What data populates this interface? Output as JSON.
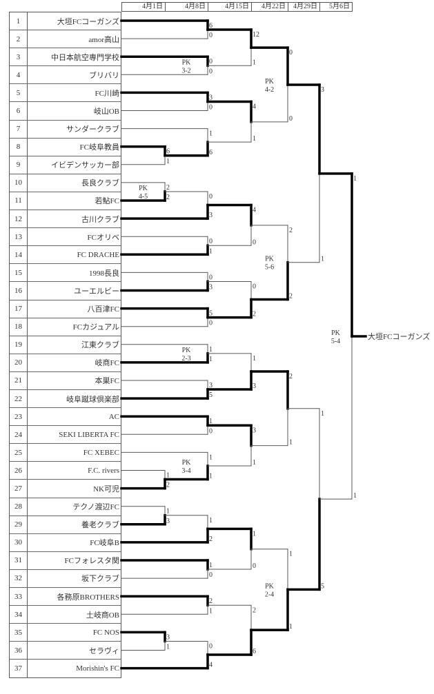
{
  "dates": [
    "4月1日",
    "4月8日",
    "4月15日",
    "4月22日",
    "4月29日",
    "5月6日"
  ],
  "teams": [
    {
      "no": "1",
      "name": "大垣FCコーガンズ"
    },
    {
      "no": "2",
      "name": "amor高山"
    },
    {
      "no": "3",
      "name": "中日本航空専門学校"
    },
    {
      "no": "4",
      "name": "ブリバリ"
    },
    {
      "no": "5",
      "name": "FC川崎"
    },
    {
      "no": "6",
      "name": "岐山OB"
    },
    {
      "no": "7",
      "name": "サンダークラブ"
    },
    {
      "no": "8",
      "name": "FC岐阜教員"
    },
    {
      "no": "9",
      "name": "イビデンサッカー部"
    },
    {
      "no": "10",
      "name": "長良クラブ"
    },
    {
      "no": "11",
      "name": "若鮎FC"
    },
    {
      "no": "12",
      "name": "古川クラブ"
    },
    {
      "no": "13",
      "name": "FCオリベ"
    },
    {
      "no": "14",
      "name": "FC DRACHE"
    },
    {
      "no": "15",
      "name": "1998長良"
    },
    {
      "no": "16",
      "name": "ユーエルビー"
    },
    {
      "no": "17",
      "name": "八百津FC"
    },
    {
      "no": "18",
      "name": "FCカジュアル"
    },
    {
      "no": "19",
      "name": "江東クラブ"
    },
    {
      "no": "20",
      "name": "岐商FC"
    },
    {
      "no": "21",
      "name": "本巣FC"
    },
    {
      "no": "22",
      "name": "岐阜蹴球倶楽部"
    },
    {
      "no": "23",
      "name": "AC"
    },
    {
      "no": "24",
      "name": "SEKI LIBERTA FC"
    },
    {
      "no": "25",
      "name": "FC XEBEC"
    },
    {
      "no": "26",
      "name": "F.C. rivers"
    },
    {
      "no": "27",
      "name": "NK可児"
    },
    {
      "no": "28",
      "name": "テクノ渡辺FC"
    },
    {
      "no": "29",
      "name": "養老クラブ"
    },
    {
      "no": "30",
      "name": "FC岐阜B"
    },
    {
      "no": "31",
      "name": "FCフォレスタ関"
    },
    {
      "no": "32",
      "name": "坂下クラブ"
    },
    {
      "no": "33",
      "name": "各務原BROTHERS"
    },
    {
      "no": "34",
      "name": "土岐商OB"
    },
    {
      "no": "35",
      "name": "FC NOS"
    },
    {
      "no": "36",
      "name": "セラヴィ"
    },
    {
      "no": "37",
      "name": "Morishin's FC"
    }
  ],
  "champion": "大垣FCコーガンズ",
  "bracket": {
    "r": 5,
    "sa": "1",
    "sb": "1",
    "w": "a",
    "pk": "PK\n5-4",
    "a": {
      "r": 4,
      "sa": "3",
      "sb": "1",
      "w": "a",
      "a": {
        "r": 3,
        "sa": "0",
        "sb": "0",
        "w": "a",
        "pk": "PK\n4-2",
        "a": {
          "r": 2,
          "sa": "12",
          "sb": "1",
          "w": "a",
          "a": {
            "r": 1,
            "sa": "6",
            "sb": "0",
            "w": "a",
            "a": {
              "t": 1
            },
            "b": {
              "t": 2
            }
          },
          "b": {
            "r": 1,
            "sa": "0",
            "sb": "0",
            "w": "a",
            "pk": "PK\n3-2",
            "a": {
              "t": 3
            },
            "b": {
              "t": 4
            }
          }
        },
        "b": {
          "r": 2,
          "sa": "4",
          "sb": "1",
          "w": "a",
          "a": {
            "r": 1,
            "sa": "3",
            "sb": "0",
            "w": "a",
            "a": {
              "t": 5
            },
            "b": {
              "t": 6
            }
          },
          "b": {
            "r": 1,
            "sa": "1",
            "sb": "6",
            "w": "b",
            "a": {
              "t": 7
            },
            "b": {
              "r": 0,
              "sa": "6",
              "sb": "1",
              "w": "a",
              "a": {
                "t": 8
              },
              "b": {
                "t": 9
              }
            }
          }
        }
      },
      "b": {
        "r": 3,
        "sa": "2",
        "sb": "2",
        "w": "b",
        "pk": "PK\n5-6",
        "a": {
          "r": 2,
          "sa": "4",
          "sb": "0",
          "w": "a",
          "a": {
            "r": 1,
            "sa": "0",
            "sb": "3",
            "w": "b",
            "a": {
              "r": 0,
              "sa": "2",
              "sb": "2",
              "w": "b",
              "pk": "PK\n4-5",
              "a": {
                "t": 10
              },
              "b": {
                "t": 11
              }
            },
            "b": {
              "t": 12
            }
          },
          "b": {
            "r": 1,
            "sa": "0",
            "sb": "1",
            "w": "b",
            "a": {
              "t": 13
            },
            "b": {
              "t": 14
            }
          }
        },
        "b": {
          "r": 2,
          "sa": "0",
          "sb": "2",
          "w": "b",
          "a": {
            "r": 1,
            "sa": "0",
            "sb": "3",
            "w": "b",
            "a": {
              "t": 15
            },
            "b": {
              "t": 16
            }
          },
          "b": {
            "r": 1,
            "sa": "5",
            "sb": "0",
            "w": "a",
            "a": {
              "t": 17
            },
            "b": {
              "t": 18
            }
          }
        }
      }
    },
    "b": {
      "r": 4,
      "sa": "1",
      "sb": "5",
      "w": "b",
      "a": {
        "r": 3,
        "sa": "2",
        "sb": "1",
        "w": "a",
        "a": {
          "r": 2,
          "sa": "1",
          "sb": "3",
          "w": "b",
          "a": {
            "r": 1,
            "sa": "1",
            "sb": "1",
            "w": "b",
            "pk": "PK\n2-3",
            "a": {
              "t": 19
            },
            "b": {
              "t": 20
            }
          },
          "b": {
            "r": 1,
            "sa": "3",
            "sb": "5",
            "w": "b",
            "a": {
              "t": 21
            },
            "b": {
              "t": 22
            }
          }
        },
        "b": {
          "r": 2,
          "sa": "3",
          "sb": "1",
          "w": "a",
          "a": {
            "r": 1,
            "sa": "1",
            "sb": "0",
            "w": "a",
            "a": {
              "t": 23
            },
            "b": {
              "t": 24
            }
          },
          "b": {
            "r": 1,
            "sa": "1",
            "sb": "1",
            "w": "b",
            "pk": "PK\n3-4",
            "a": {
              "t": 25
            },
            "b": {
              "r": 0,
              "sa": "1",
              "sb": "2",
              "w": "b",
              "a": {
                "t": 26
              },
              "b": {
                "t": 27
              }
            }
          }
        }
      },
      "b": {
        "r": 3,
        "sa": "1",
        "sb": "1",
        "w": "b",
        "pk": "PK\n2-4",
        "a": {
          "r": 2,
          "sa": "1",
          "sb": "0",
          "w": "a",
          "a": {
            "r": 1,
            "sa": "1",
            "sb": "2",
            "w": "b",
            "a": {
              "r": 0,
              "sa": "1",
              "sb": "3",
              "w": "b",
              "a": {
                "t": 28
              },
              "b": {
                "t": 29
              }
            },
            "b": {
              "t": 30
            }
          },
          "b": {
            "r": 1,
            "sa": "1",
            "sb": "0",
            "w": "a",
            "a": {
              "t": 31
            },
            "b": {
              "t": 32
            }
          }
        },
        "b": {
          "r": 2,
          "sa": "2",
          "sb": "6",
          "w": "b",
          "a": {
            "r": 1,
            "sa": "2",
            "sb": "1",
            "w": "a",
            "a": {
              "t": 33
            },
            "b": {
              "t": 34
            }
          },
          "b": {
            "r": 1,
            "sa": "0",
            "sb": "4",
            "w": "b",
            "a": {
              "r": 0,
              "sa": "3",
              "sb": "1",
              "w": "a",
              "a": {
                "t": 35
              },
              "b": {
                "t": 36
              }
            },
            "b": {
              "t": 37
            }
          }
        }
      }
    }
  }
}
